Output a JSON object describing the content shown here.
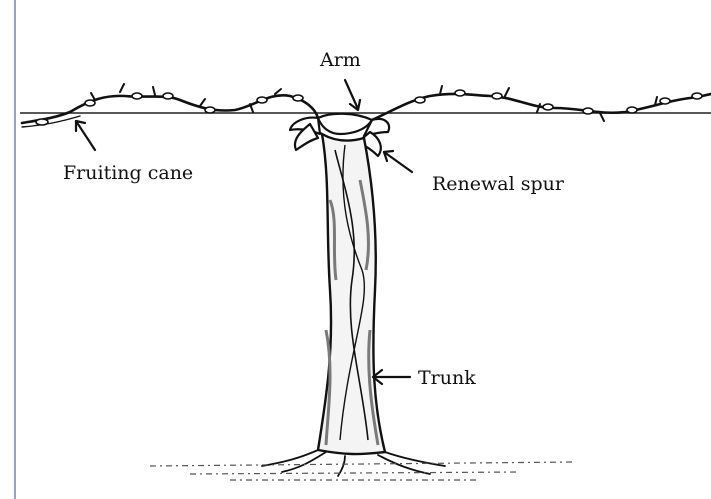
{
  "labels": {
    "arm": "Arm",
    "fruiting_cane": "Fruiting cane",
    "renewal_spur": "Renewal spur",
    "trunk": "Trunk"
  },
  "colors": {
    "ink": "#111111",
    "bark_shade": "#7a7a7a",
    "frame_line": "#9aa7b8"
  }
}
